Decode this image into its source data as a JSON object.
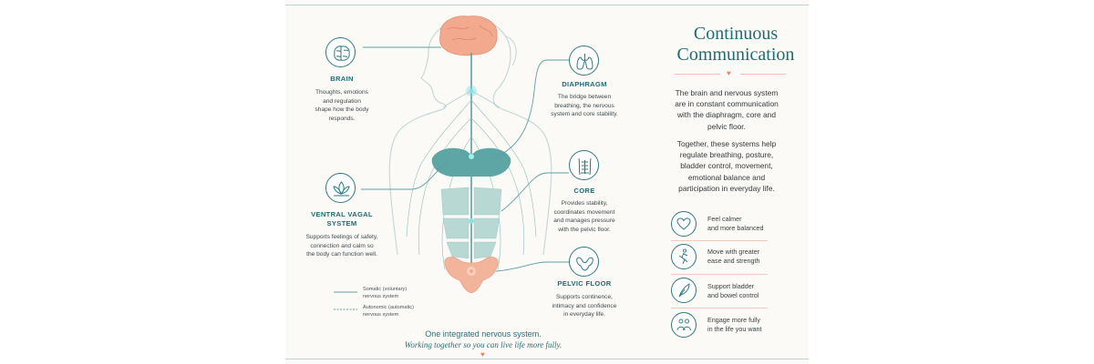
{
  "colors": {
    "teal": "#1f6d74",
    "line": "#5f9da2",
    "coral": "#e9846a",
    "brain": "#f2a98e",
    "diaphragm": "#5ea5a6",
    "core": "#b8d8d4"
  },
  "labels": {
    "brain": {
      "title": "BRAIN",
      "desc": [
        "Thoughts, emotions",
        "and regulation",
        "shape how the body",
        "responds."
      ],
      "icon": "brain-icon"
    },
    "diaphragm": {
      "title": "DIAPHRAGM",
      "desc": [
        "The bridge between",
        "breathing, the nervous",
        "system and core stability."
      ],
      "icon": "lungs-icon"
    },
    "vagal": {
      "title": [
        "VENTRAL VAGAL",
        "SYSTEM"
      ],
      "desc": [
        "Supports feelings of safety,",
        "connection and calm so",
        "the body can function well."
      ],
      "icon": "lotus-icon"
    },
    "core": {
      "title": "CORE",
      "desc": [
        "Provides stability,",
        "coordinates movement",
        "and manages pressure",
        "with the pelvic floor."
      ],
      "icon": "torso-icon"
    },
    "pelvic": {
      "title": "PELVIC FLOOR",
      "desc": [
        "Supports continence,",
        "intimacy and confidence",
        "in everyday life."
      ],
      "icon": "pelvis-icon"
    }
  },
  "legend": {
    "somatic": [
      "Somatic (voluntary)",
      "nervous system"
    ],
    "autonomic": [
      "Autonomic (automatic)",
      "nervous system"
    ]
  },
  "footer": {
    "line1": "One integrated nervous system.",
    "line2": "Working together so you can live life more fully."
  },
  "right": {
    "title": [
      "Continuous",
      "Communication"
    ],
    "para1": [
      "The brain and nervous system",
      "are in constant communication",
      "with the diaphragm, core and",
      "pelvic floor."
    ],
    "para2": [
      "Together, these systems help",
      "regulate breathing, posture,",
      "bladder control, movement,",
      "emotional balance and",
      "participation in everyday life."
    ],
    "benefits": [
      {
        "icon": "heart-icon",
        "lines": [
          "Feel calmer",
          "and more balanced"
        ]
      },
      {
        "icon": "running-person-icon",
        "lines": [
          "Move with greater",
          "ease and strength"
        ]
      },
      {
        "icon": "feather-icon",
        "lines": [
          "Support bladder",
          "and bowel control"
        ]
      },
      {
        "icon": "people-icon",
        "lines": [
          "Engage more fully",
          "in the life you want"
        ]
      }
    ]
  }
}
